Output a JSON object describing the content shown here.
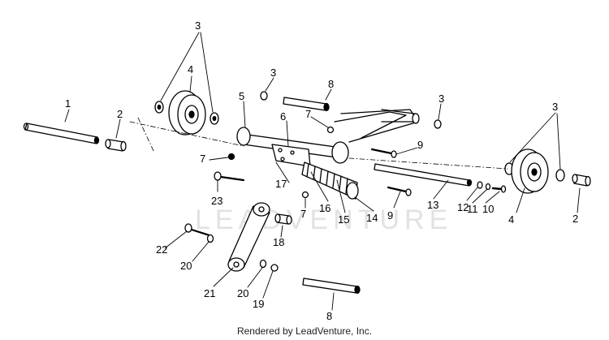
{
  "diagram": {
    "callouts": [
      {
        "id": "c3a",
        "label": "3"
      },
      {
        "id": "c4a",
        "label": "4"
      },
      {
        "id": "c1",
        "label": "1"
      },
      {
        "id": "c2a",
        "label": "2"
      },
      {
        "id": "c5",
        "label": "5"
      },
      {
        "id": "c3b",
        "label": "3"
      },
      {
        "id": "c8a",
        "label": "8"
      },
      {
        "id": "c6",
        "label": "6"
      },
      {
        "id": "c7a",
        "label": "7"
      },
      {
        "id": "c3c",
        "label": "3"
      },
      {
        "id": "c3d",
        "label": "3"
      },
      {
        "id": "c9a",
        "label": "9"
      },
      {
        "id": "c7b",
        "label": "7"
      },
      {
        "id": "c23",
        "label": "23"
      },
      {
        "id": "c17",
        "label": "17"
      },
      {
        "id": "c7c",
        "label": "7"
      },
      {
        "id": "c16",
        "label": "16"
      },
      {
        "id": "c15",
        "label": "15"
      },
      {
        "id": "c14",
        "label": "14"
      },
      {
        "id": "c9b",
        "label": "9"
      },
      {
        "id": "c13",
        "label": "13"
      },
      {
        "id": "c12",
        "label": "12"
      },
      {
        "id": "c11",
        "label": "11"
      },
      {
        "id": "c10",
        "label": "10"
      },
      {
        "id": "c4b",
        "label": "4"
      },
      {
        "id": "c2b",
        "label": "2"
      },
      {
        "id": "c18",
        "label": "18"
      },
      {
        "id": "c22",
        "label": "22"
      },
      {
        "id": "c20a",
        "label": "20"
      },
      {
        "id": "c21",
        "label": "21"
      },
      {
        "id": "c20b",
        "label": "20"
      },
      {
        "id": "c19",
        "label": "19"
      },
      {
        "id": "c8b",
        "label": "8"
      }
    ]
  },
  "watermark": "LEADVENTURE",
  "footer": {
    "credit": "Rendered by LeadVenture, Inc."
  }
}
